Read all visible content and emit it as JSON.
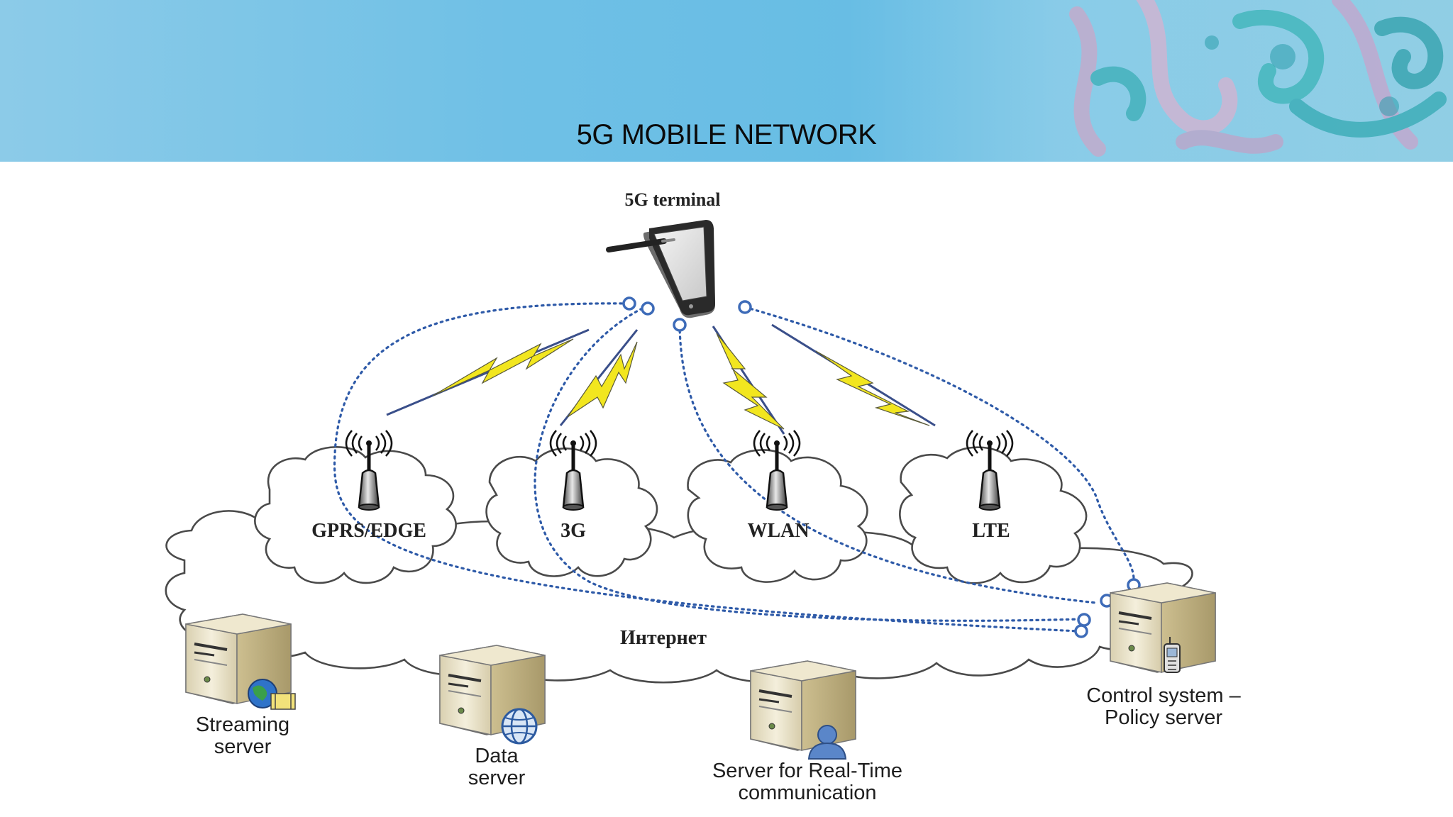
{
  "slide": {
    "title": "5G MOBILE NETWORK"
  },
  "diagram": {
    "terminal_label": "5G terminal",
    "access_networks": [
      {
        "label": "GPRS/EDGE"
      },
      {
        "label": "3G"
      },
      {
        "label": "WLAN"
      },
      {
        "label": "LTE"
      }
    ],
    "internet_label": "Интернет",
    "servers": {
      "streaming": {
        "line1": "Streaming",
        "line2": "server"
      },
      "data": {
        "line1": "Data",
        "line2": "server"
      },
      "realtime": {
        "line1": "Server for Real-Time",
        "line2": "communication"
      },
      "control": {
        "line1": "Control system –",
        "line2": "Policy server"
      }
    },
    "colors": {
      "link": "#2e5aa8",
      "bolt": "#f2e61f",
      "server_body": "#e9e2c8",
      "header": "#6fc0e6"
    }
  }
}
